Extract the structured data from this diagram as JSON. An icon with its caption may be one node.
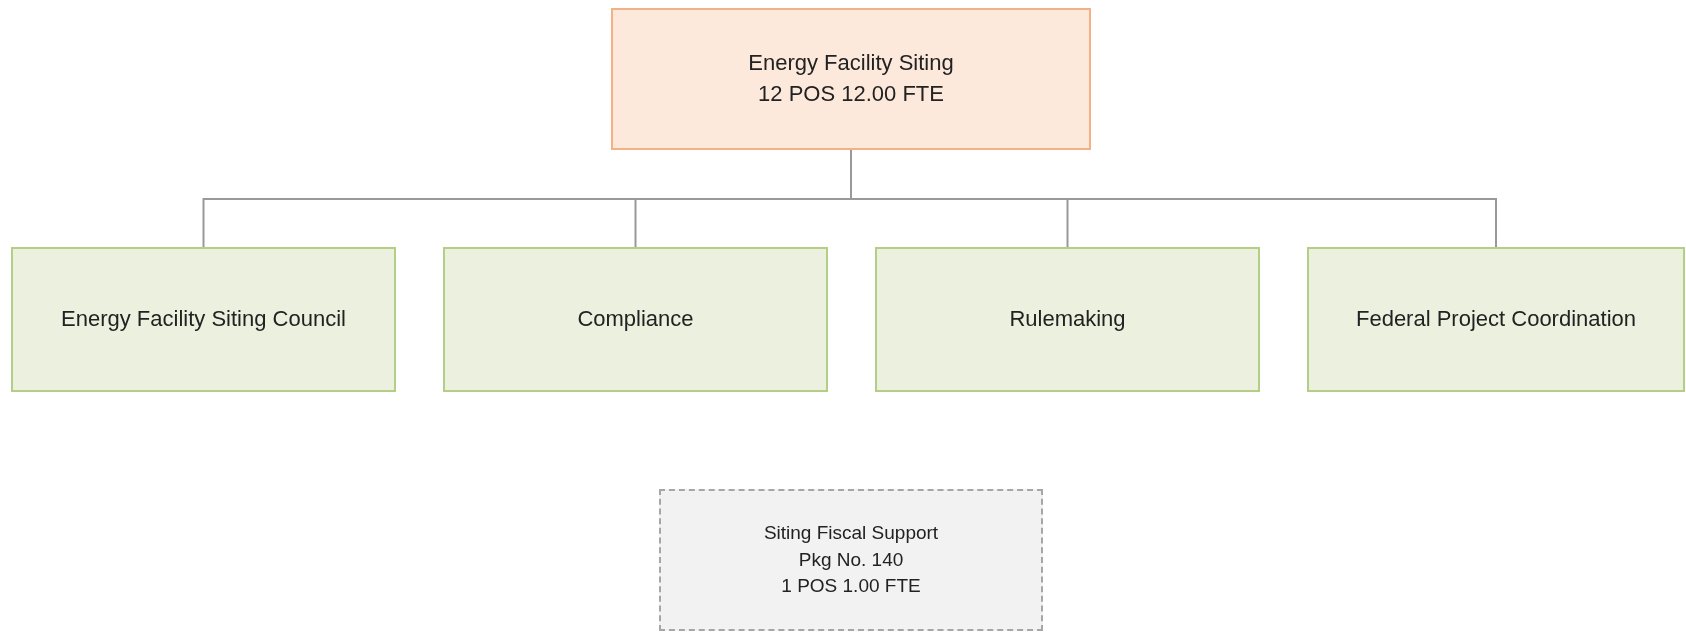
{
  "diagram": {
    "nodes": [
      {
        "text": [
          "Energy Facility Siting",
          "12 POS 12.00 FTE"
        ]
      },
      {
        "text": [
          "Energy Facility Siting Council"
        ]
      },
      {
        "text": [
          "Compliance"
        ]
      },
      {
        "text": [
          "Rulemaking"
        ]
      },
      {
        "text": [
          "Federal Project Coordination"
        ]
      },
      {
        "text": [
          "Siting Fiscal Support",
          "Pkg No. 140",
          "1 POS 1.00 FTE"
        ]
      }
    ],
    "edges": [
      {
        "from": 0,
        "to": 1,
        "arrow": "none"
      },
      {
        "from": 0,
        "to": 2,
        "arrow": "none"
      },
      {
        "from": 0,
        "to": 3,
        "arrow": "none"
      },
      {
        "from": 0,
        "to": 4,
        "arrow": "none"
      }
    ]
  }
}
